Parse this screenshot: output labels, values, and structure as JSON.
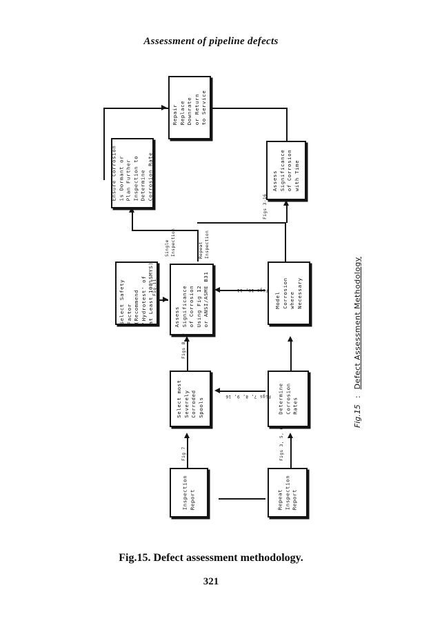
{
  "page": {
    "running_header": "Assessment of pipeline defects",
    "figure_caption": "Fig.15. Defect assessment methodology.",
    "page_number": "321"
  },
  "side_label": {
    "figure_number": "Fig.15",
    "separator": ":",
    "title": "Defect Assessment Methodology"
  },
  "diagram": {
    "nodes": [
      {
        "id": "repair",
        "text": "Repair\nReplace\nDownrate\nor Return\nto Service"
      },
      {
        "id": "ensure-corrosion",
        "text": "Ensure Corrosion\nis Dormant or\nPlan Further\nInspection to\nDetermine\nCorrosion Rate"
      },
      {
        "id": "assess-time",
        "text": "Assess\nSignificance\nof Corrosion\nwith Time"
      },
      {
        "id": "safety-factor",
        "text": "Select Safety\nFactor\n(Recommend\n'Hydrotest' of\nat Least 100%SMYS)"
      },
      {
        "id": "assess-fig12",
        "text": "Assess\nSignificance\nof Corrosion\nUsing Fig 12\nor ANSI/ASME B31"
      },
      {
        "id": "model-corrosion",
        "text": "Model\nCorrosion\nwhere\nNecessary"
      },
      {
        "id": "select-spools",
        "text": "Select most\nSeverely\nCorroded\nSpools"
      },
      {
        "id": "determine-rates",
        "text": "Determine\nCorrosion\nRates"
      },
      {
        "id": "inspection-report",
        "text": "Inspection\nReport"
      },
      {
        "id": "repeat-report",
        "text": "Repeat\nInspection\nReport"
      }
    ],
    "edge_labels": [
      {
        "id": "single-inspection",
        "text": "Single\nInspection"
      },
      {
        "id": "repeat-inspection",
        "text": "Repeat\nInspection"
      },
      {
        "id": "figs-3-16",
        "text": "Figs 3-16"
      },
      {
        "id": "fig-11",
        "text": "Fig.11"
      },
      {
        "id": "figs-10-11",
        "text": "Figs 10, 11"
      },
      {
        "id": "figs-8-9",
        "text": "Figs 8, 9"
      },
      {
        "id": "figs-7-8-9-16",
        "text": "Figs 7, 8, 9, 16"
      },
      {
        "id": "fig-7",
        "text": "Fig 7"
      },
      {
        "id": "figs-3-5-6",
        "text": "Figs 3, 5, 6"
      }
    ]
  }
}
